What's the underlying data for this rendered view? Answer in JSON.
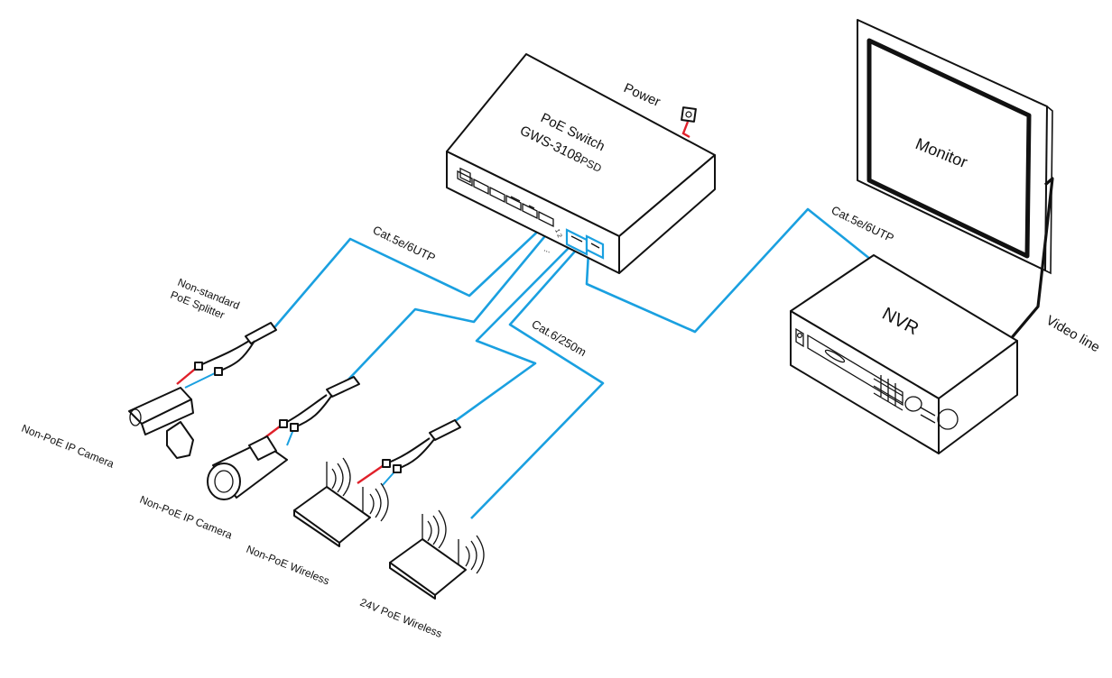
{
  "labels": {
    "power": "Power",
    "switch_line1": "PoE  Switch",
    "switch_line2": "GWS-3108",
    "switch_suffix": "PSD",
    "monitor": "Monitor",
    "nvr": "NVR",
    "video_line": "Video line",
    "cable_switch_camera": "Cat.5e/6UTP",
    "cable_switch_nvr": "Cat.5e/6UTP",
    "cable_long": "Cat.6/250m",
    "splitter_line1": "Non-standard",
    "splitter_line2": "PoE Splitter",
    "device_camera1": "Non-PoE IP Camera",
    "device_camera2": "Non-PoE IP Camera",
    "device_wireless1": "Non-PoE  Wireless",
    "device_wireless2": "24V PoE Wireless"
  },
  "colors": {
    "cable": "#1aa0e0",
    "power_wire": "#e0202a",
    "outline": "#111111"
  }
}
